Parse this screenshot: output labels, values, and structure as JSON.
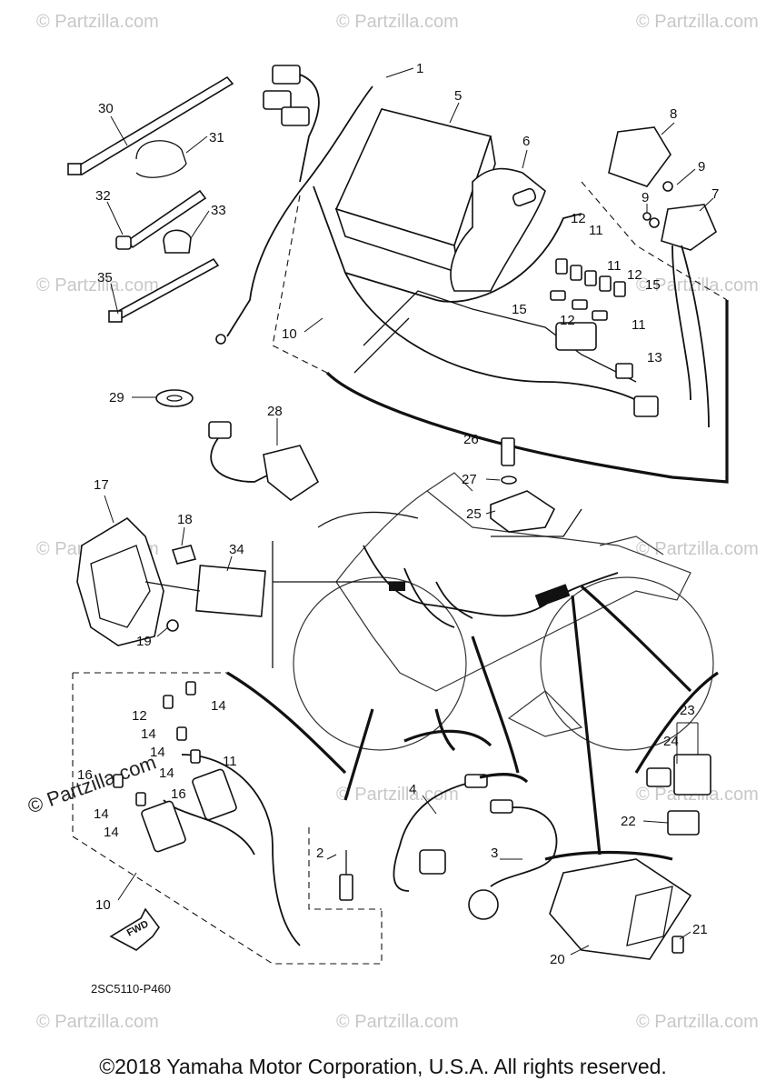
{
  "watermark": "© Partzilla.com",
  "watermark_logo": "© Partzilla.com",
  "diagram_code": "2SC5110-P460",
  "fwd_label": "FWD",
  "copyright": "©2018 Yamaha Motor Corporation, U.S.A. All rights reserved.",
  "callouts": [
    "1",
    "2",
    "3",
    "4",
    "5",
    "6",
    "7",
    "8",
    "9",
    "9",
    "10",
    "10",
    "11",
    "11",
    "11",
    "11",
    "12",
    "12",
    "12",
    "12",
    "13",
    "14",
    "14",
    "14",
    "14",
    "14",
    "14",
    "15",
    "15",
    "16",
    "16",
    "17",
    "18",
    "19",
    "20",
    "21",
    "22",
    "23",
    "24",
    "25",
    "26",
    "27",
    "28",
    "29",
    "30",
    "31",
    "32",
    "33",
    "34",
    "35"
  ]
}
